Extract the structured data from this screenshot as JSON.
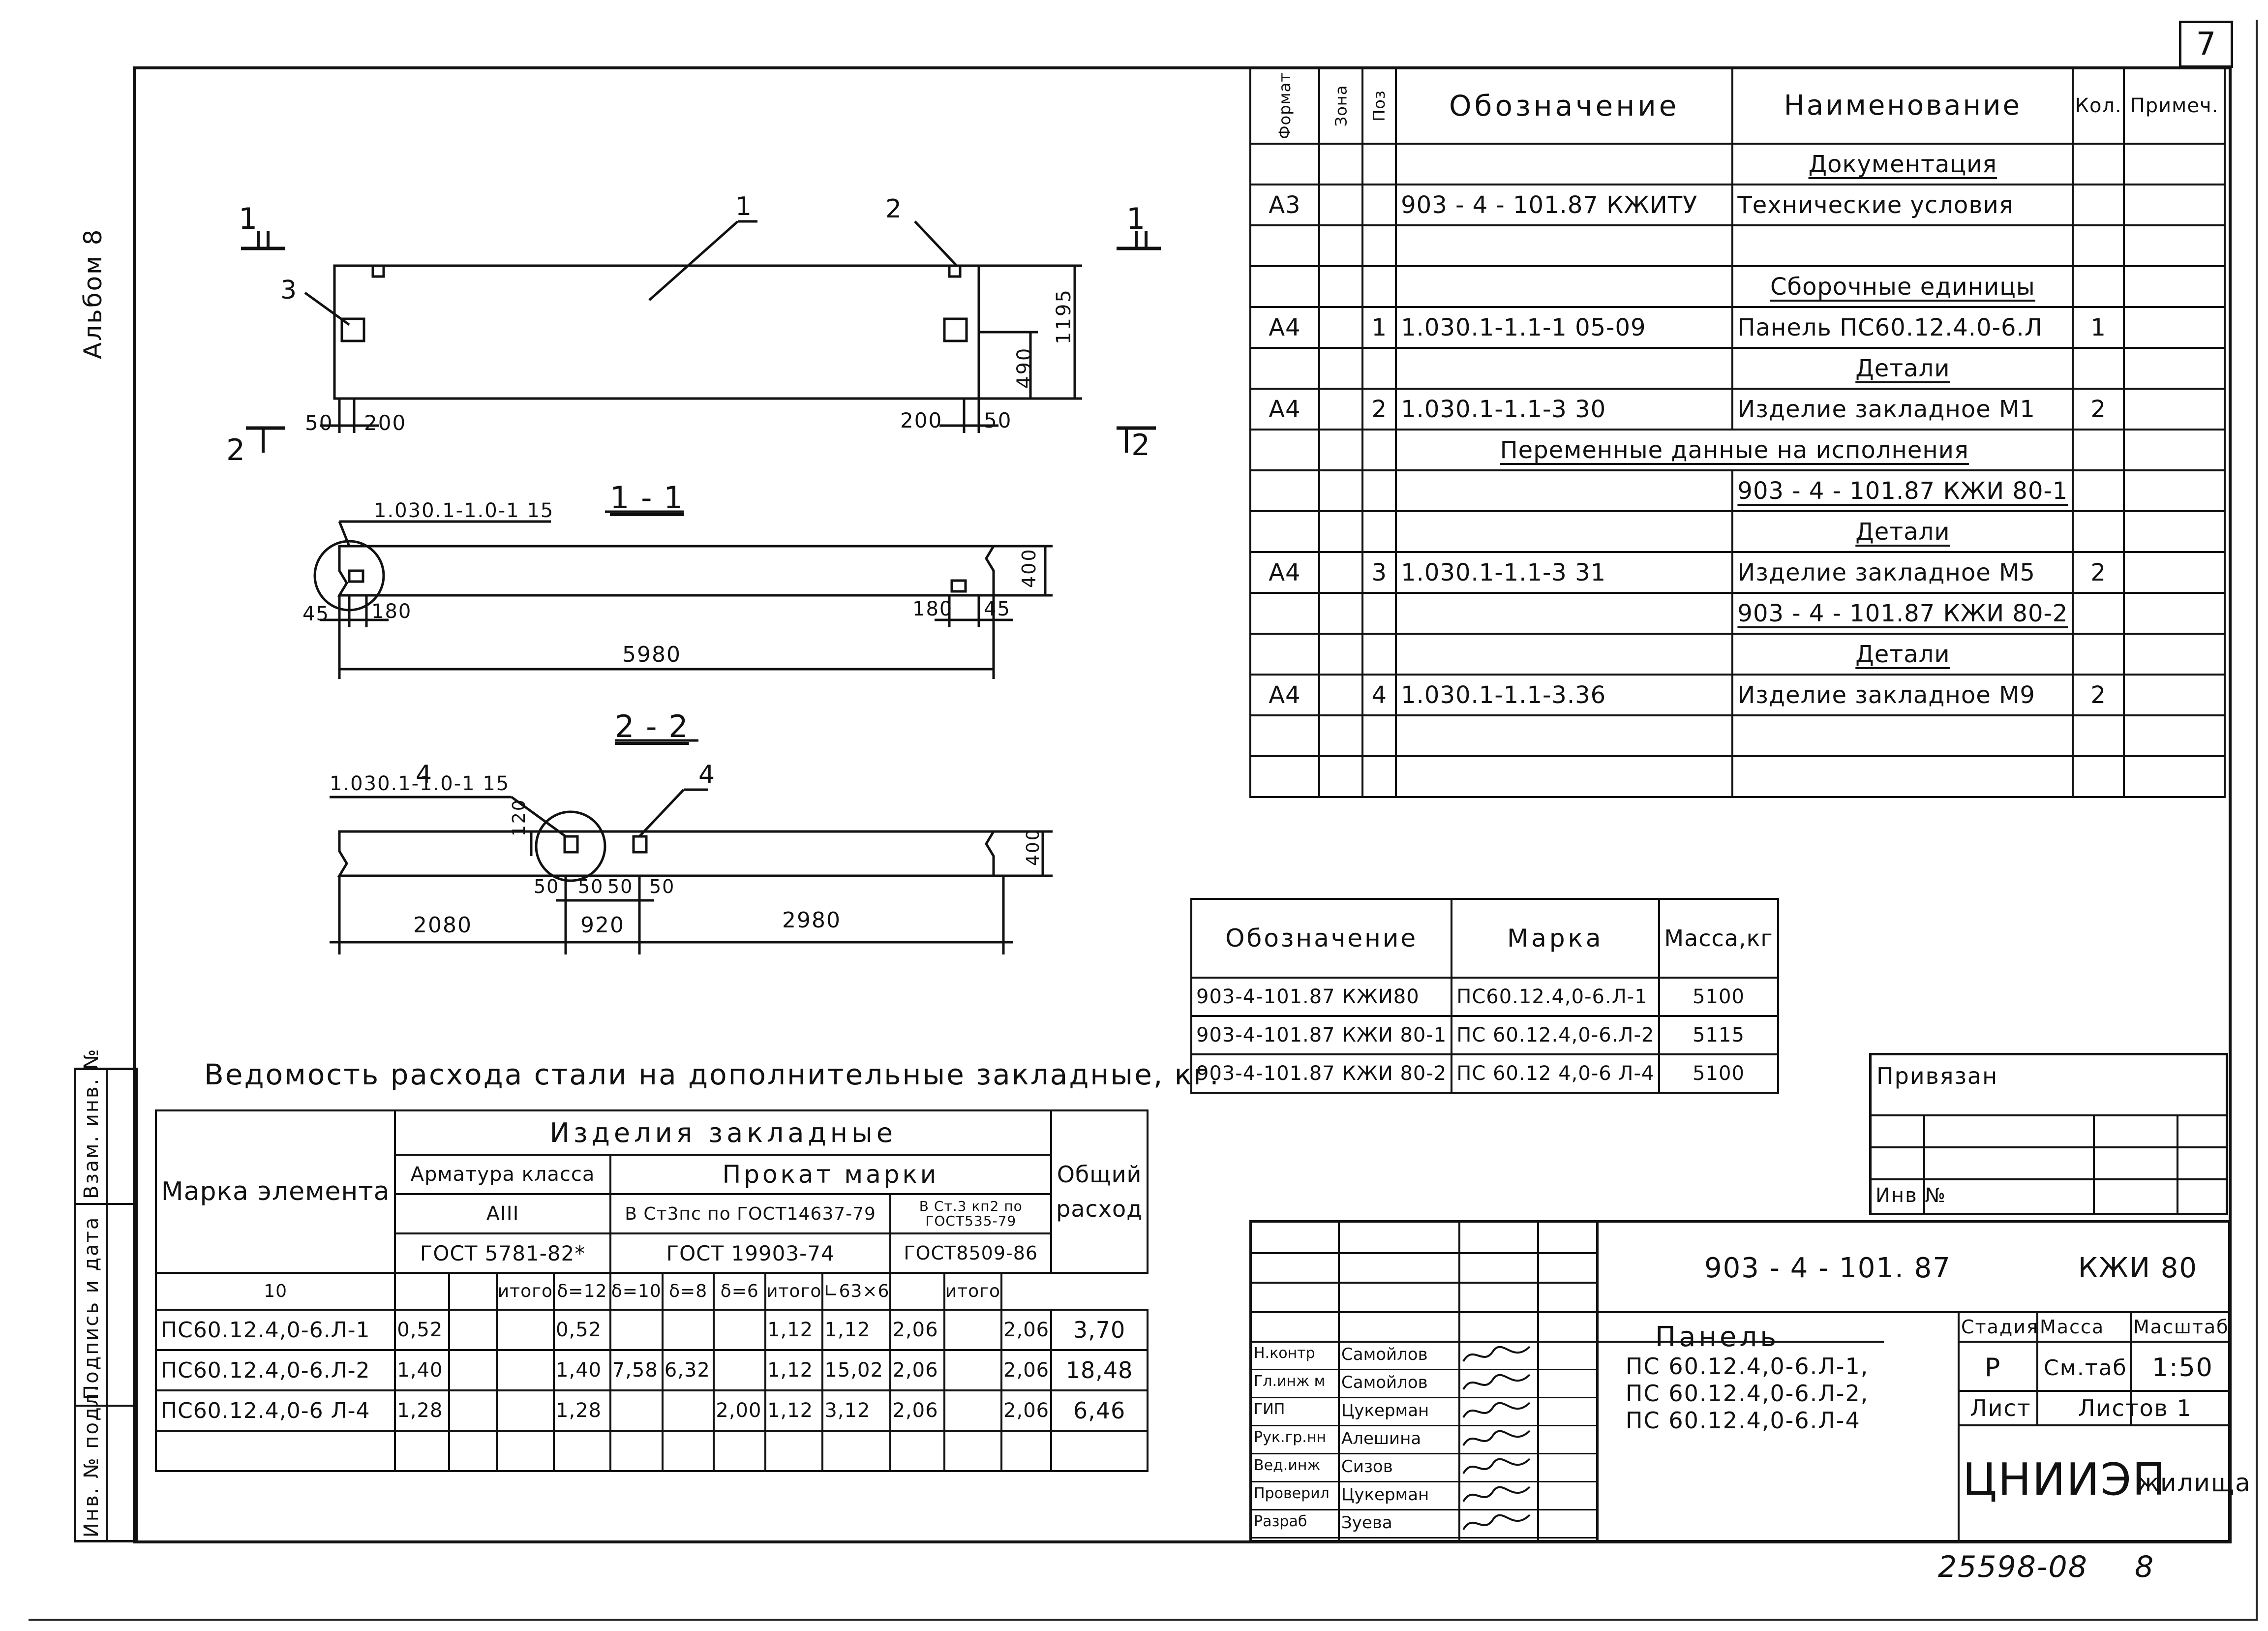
{
  "sheet_number": "7",
  "side_label": "Альбом 8",
  "side_stamp": [
    "Инв. № подл.",
    "Подпись и дата",
    "Взам. инв. №"
  ],
  "drawing": {
    "section_1_marks": [
      "1",
      "1"
    ],
    "section_2_marks": [
      "2",
      "2"
    ],
    "callouts": {
      "c1": "1",
      "c2": "2",
      "c3": "3",
      "c4a": "4",
      "c4b": "4"
    },
    "plan_dims": {
      "left_a": "50",
      "left_b": "200",
      "right_a": "200",
      "right_b": "50",
      "h1": "490",
      "h2": "1195"
    },
    "section11": {
      "title": "1 - 1",
      "ref": "1.030.1-1.0-1 15",
      "d45": "45",
      "d180l": "180",
      "d180r": "180",
      "d45r": "45",
      "len": "5980",
      "h": "400"
    },
    "section22": {
      "title": "2 - 2",
      "ref": "1.030.1-1.0-1 15",
      "d120": "120",
      "d50a": "50",
      "d50b": "50",
      "d50c": "50",
      "d50d": "50",
      "l1": "2080",
      "l2": "920",
      "l3": "2980",
      "h": "400"
    }
  },
  "spec": {
    "headers": [
      "Формат",
      "Зона",
      "Поз",
      "Обозначение",
      "Наименование",
      "Кол.",
      "Примеч."
    ],
    "rows": [
      [
        "",
        "",
        "",
        "",
        "Документация",
        "",
        ""
      ],
      [
        "А3",
        "",
        "",
        "903 - 4 - 101.87  КЖИТУ",
        "Технические условия",
        "",
        ""
      ],
      [
        "",
        "",
        "",
        "",
        "",
        "",
        ""
      ],
      [
        "",
        "",
        "",
        "",
        "Сборочные единицы",
        "",
        ""
      ],
      [
        "А4",
        "",
        "1",
        "1.030.1-1.1-1  05-09",
        "Панель ПС60.12.4.0-6.Л",
        "1",
        ""
      ],
      [
        "",
        "",
        "",
        "",
        "Детали",
        "",
        ""
      ],
      [
        "А4",
        "",
        "2",
        "1.030.1-1.1-3  30",
        "Изделие закладное  М1",
        "2",
        ""
      ],
      [
        "",
        "",
        "",
        "Переменные данные на исполнения",
        "",
        "",
        ""
      ],
      [
        "",
        "",
        "",
        "",
        "903 - 4 - 101.87  КЖИ 80-1",
        "",
        ""
      ],
      [
        "",
        "",
        "",
        "",
        "Детали",
        "",
        ""
      ],
      [
        "А4",
        "",
        "3",
        "1.030.1-1.1-3  31",
        "Изделие закладное  М5",
        "2",
        ""
      ],
      [
        "",
        "",
        "",
        "",
        "903 - 4 - 101.87  КЖИ 80-2",
        "",
        ""
      ],
      [
        "",
        "",
        "",
        "",
        "Детали",
        "",
        ""
      ],
      [
        "А4",
        "",
        "4",
        "1.030.1-1.1-3.36",
        "Изделие закладное М9",
        "2",
        ""
      ],
      [
        "",
        "",
        "",
        "",
        "",
        "",
        ""
      ],
      [
        "",
        "",
        "",
        "",
        "",
        "",
        ""
      ]
    ]
  },
  "mass_table": {
    "headers": [
      "Обозначение",
      "Марка",
      "Масса,кг"
    ],
    "rows": [
      [
        "903-4-101.87  КЖИ80",
        "ПС60.12.4,0-6.Л-1",
        "5100"
      ],
      [
        "903-4-101.87  КЖИ 80-1",
        "ПС 60.12.4,0-6.Л-2",
        "5115"
      ],
      [
        "903-4-101.87  КЖИ 80-2",
        "ПС 60.12 4,0-6 Л-4",
        "5100"
      ]
    ]
  },
  "steel": {
    "title": "Ведомость расхода стали на дополнительные закладные, кг.",
    "h_mark": "Марка элемента",
    "h_items": "Изделия  закладные",
    "h_total": "Общий расход",
    "h_rebar": "Арматура класса",
    "h_rolled": "Прокат  марки",
    "h_aiii": "АIII",
    "h_st3a": "В Ст3пс по ГОСТ14637-79",
    "h_st3b": "В Ст.3 кп2 по ГОСТ535-79",
    "h_gost1": "ГОСТ 5781-82*",
    "h_gost2": "ГОСТ 19903-74",
    "h_gost3": "ГОСТ8509-86",
    "sub": [
      "10",
      "",
      "",
      "итого",
      "δ=12",
      "δ=10",
      "δ=8",
      "δ=6",
      "итого",
      "∟63×6",
      "",
      "итого"
    ],
    "rows": [
      [
        "ПС60.12.4,0-6.Л-1",
        "0,52",
        "",
        "",
        "0,52",
        "",
        "",
        "",
        "1,12",
        "1,12",
        "2,06",
        "",
        "2,06",
        "3,70"
      ],
      [
        "ПС60.12.4,0-6.Л-2",
        "1,40",
        "",
        "",
        "1,40",
        "7,58",
        "6,32",
        "",
        "1,12",
        "15,02",
        "2,06",
        "",
        "2,06",
        "18,48"
      ],
      [
        "ПС60.12.4,0-6 Л-4",
        "1,28",
        "",
        "",
        "1,28",
        "",
        "",
        "2,00",
        "1,12",
        "3,12",
        "2,06",
        "",
        "2,06",
        "6,46"
      ],
      [
        "",
        "",
        "",
        "",
        "",
        "",
        "",
        "",
        "",
        "",
        "",
        "",
        "",
        ""
      ]
    ]
  },
  "privyazan": {
    "title": "Привязан",
    "inv": "Инв №"
  },
  "title_block": {
    "code": "903 - 4 - 101. 87",
    "mark": "КЖИ 80",
    "name_title": "Панель",
    "name_lines": [
      "ПС 60.12.4,0-6.Л-1,",
      "ПС 60.12.4,0-6.Л-2,",
      "ПС 60.12.4,0-6.Л-4"
    ],
    "h_stage": "Стадия",
    "h_mass": "Масса",
    "h_scale": "Масштаб",
    "stage": "Р",
    "mass": "См.таб",
    "scale": "1:50",
    "sheet": "Лист",
    "sheets": "Листов 1",
    "org": "ЦНИИЭП",
    "org2": "жилища",
    "people": [
      [
        "Н.контр",
        "Самойлов"
      ],
      [
        "Гл.инж м",
        "Самойлов"
      ],
      [
        "ГИП",
        "Цукерман"
      ],
      [
        "Рук.гр.нн",
        "Алешина"
      ],
      [
        "Вед.инж",
        "Сизов"
      ],
      [
        "Проверил",
        "Цукерман"
      ],
      [
        "Разраб",
        "Зуева"
      ]
    ]
  },
  "footer_no": "25598-08",
  "footer_page": "8"
}
